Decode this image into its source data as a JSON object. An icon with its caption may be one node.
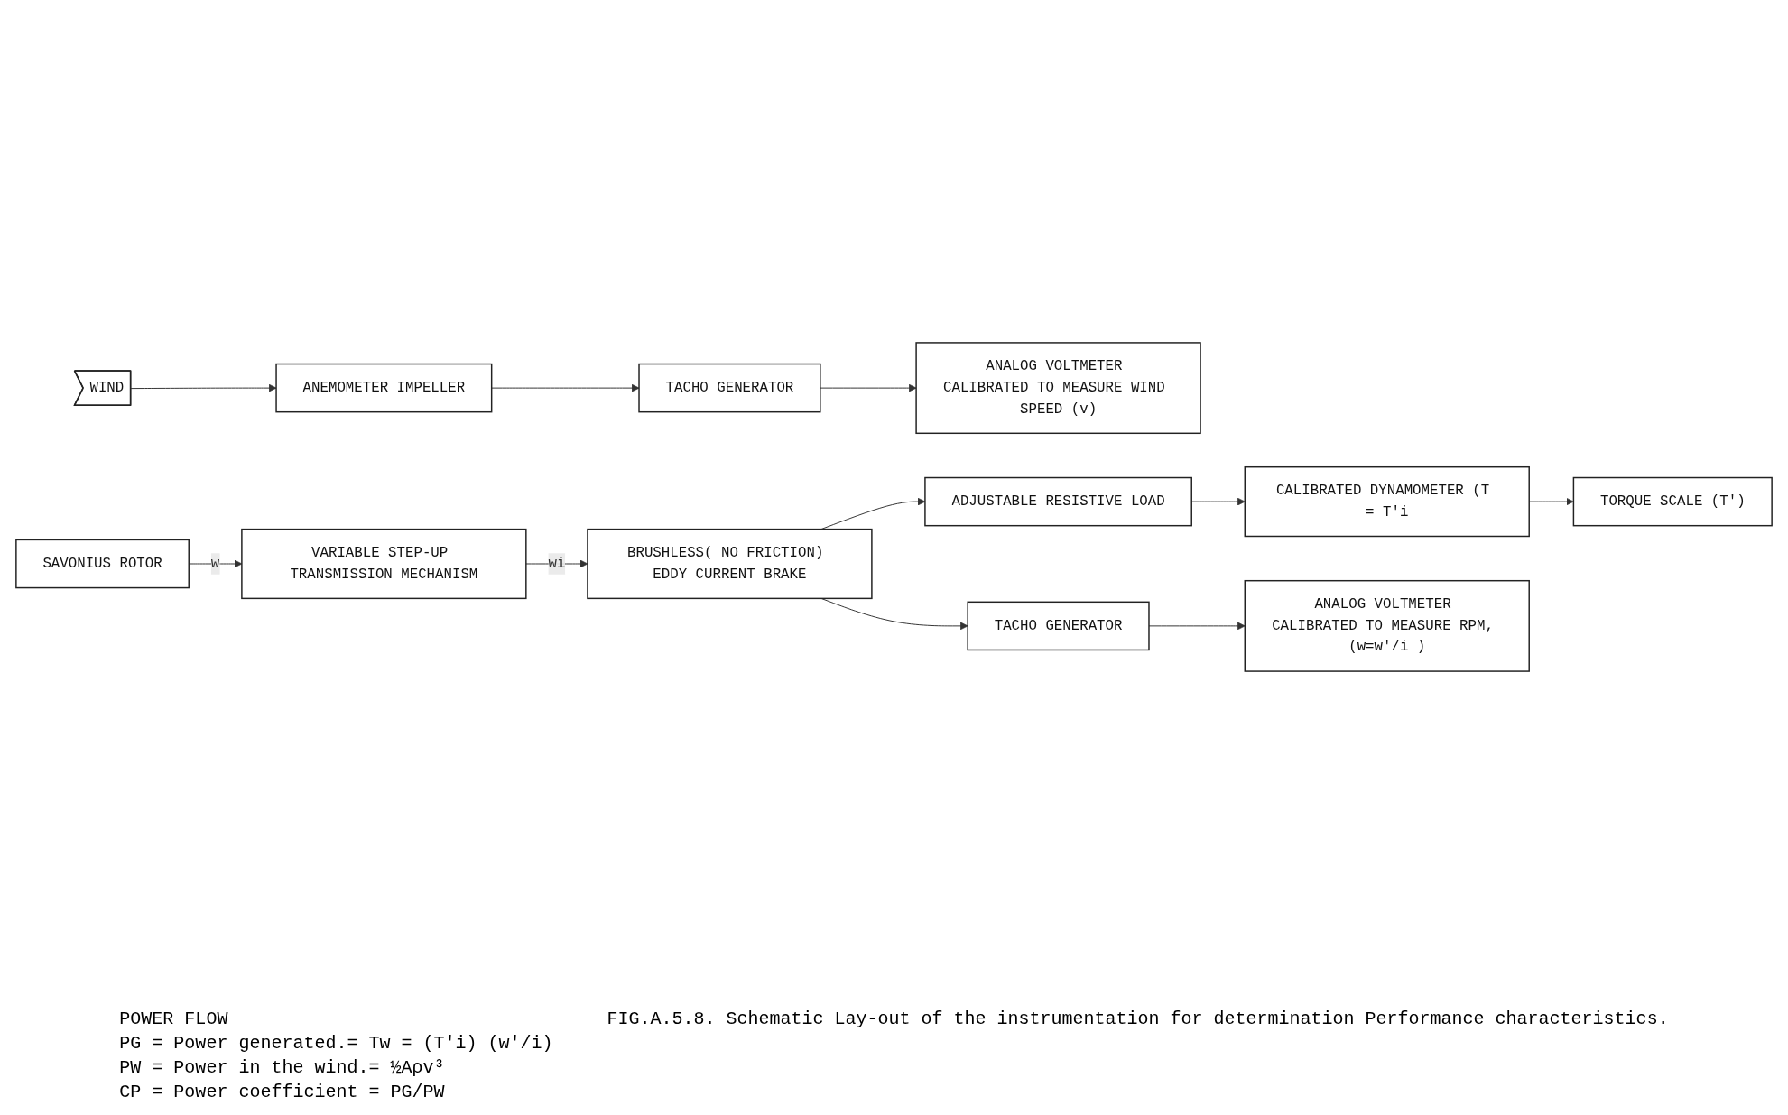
{
  "diagram": {
    "caption": "FIG.A.5.8. Schematic Lay-out of the instrumentation for determination Performance characteristics.",
    "nodes": [
      {
        "text": [
          "SAVONIUS ROTOR"
        ]
      },
      {
        "text": [
          "VARIABLE STEP-UP TRANSMISSION MECHANISM"
        ]
      },
      {
        "text": [
          "ANEMOMETER IMPELLER"
        ]
      },
      {
        "text": [
          "WIND"
        ]
      },
      {
        "text": [
          "TACHO GENERATOR"
        ]
      },
      {
        "text": [
          "ANALOG VOLTMETER CALIBRATED TO MEASURE WIND SPEED (v)"
        ]
      },
      {
        "text": [
          "TACHO GENERATOR"
        ]
      },
      {
        "text": [
          "BRUSHLESS( NO FRICTION) EDDY CURRENT BRAKE"
        ]
      },
      {
        "text": [
          "ADJUSTABLE RESISTIVE LOAD"
        ]
      },
      {
        "text": [
          "CALIBRATED DYNAMOMETER (T = T'i"
        ]
      },
      {
        "text": [
          "TORQUE SCALE (T')"
        ]
      },
      {
        "text": [
          "ANALOG VOLTMETER CALIBRATED TO MEASURE RPM, (w=w'/i )"
        ]
      }
    ],
    "edges": [
      {
        "from": 0,
        "to": 1,
        "arrow": "to",
        "label": "w"
      },
      {
        "from": 3,
        "to": 2,
        "arrow": "to"
      },
      {
        "from": 2,
        "to": 4,
        "arrow": "to"
      },
      {
        "from": 4,
        "to": 5,
        "arrow": "to"
      },
      {
        "from": 1,
        "to": 7,
        "arrow": "to",
        "label": "wi"
      },
      {
        "from": 7,
        "to": 6,
        "arrow": "to"
      },
      {
        "from": 7,
        "to": 8,
        "arrow": "to"
      },
      {
        "from": 8,
        "to": 9,
        "arrow": "to"
      },
      {
        "from": 9,
        "to": 10,
        "arrow": "to"
      },
      {
        "from": 6,
        "to": 11,
        "arrow": "to"
      }
    ],
    "labels": [
      "POWER FLOW",
      "PG = Power generated.= Tw = (T'i) (w'/i)",
      "PW = Power in the wind.= ½Aρv³",
      "CP = Power coefficient = PG/PW"
    ]
  }
}
